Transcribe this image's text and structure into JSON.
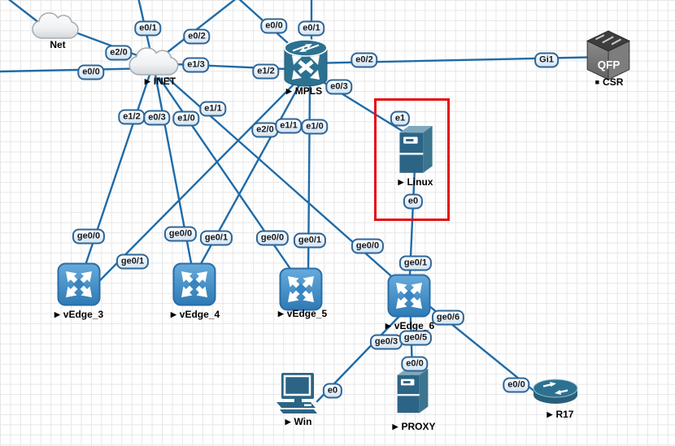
{
  "canvas": {
    "description": "Network emulator topology canvas with grid background"
  },
  "colors": {
    "link": "#1e6ba8",
    "label_border": "#2e6596",
    "label_bg": "#e4eef8",
    "highlight_rectangle": "#e40e12",
    "device_teal": "#2d7191",
    "device_blue": "#3884c0",
    "grid": "#e7e7e7"
  },
  "nodes": [
    {
      "label": "Net",
      "marker": "",
      "type": "cloud"
    },
    {
      "label": "INET",
      "marker": "▶",
      "type": "cloud"
    },
    {
      "label": "MPLS",
      "marker": "▶",
      "type": "router"
    },
    {
      "label": "CSR",
      "marker": "■",
      "type": "csr-chassis",
      "badge": "QFP"
    },
    {
      "label": "Linux",
      "marker": "▶",
      "type": "server"
    },
    {
      "label": "vEdge_3",
      "marker": "▶",
      "type": "vedge-switch"
    },
    {
      "label": "vEdge_4",
      "marker": "▶",
      "type": "vedge-switch"
    },
    {
      "label": "vEdge_5",
      "marker": "▶",
      "type": "vedge-switch"
    },
    {
      "label": "vEdge_6",
      "marker": "▶",
      "type": "vedge-switch"
    },
    {
      "label": "Win",
      "marker": "▶",
      "type": "desktop-pc"
    },
    {
      "label": "PROXY",
      "marker": "▶",
      "type": "server"
    },
    {
      "label": "R17",
      "marker": "▶",
      "type": "router"
    }
  ],
  "interface_labels": [
    {
      "text": "e0/1",
      "node": "INET"
    },
    {
      "text": "e0/2",
      "node": "INET"
    },
    {
      "text": "e2/0",
      "node": "INET"
    },
    {
      "text": "e0/0",
      "node": "INET"
    },
    {
      "text": "e1/3",
      "node": "INET"
    },
    {
      "text": "e1/2",
      "node": "MPLS"
    },
    {
      "text": "e0/0",
      "node": "MPLS"
    },
    {
      "text": "e0/1",
      "node": "MPLS"
    },
    {
      "text": "e0/2",
      "node": "MPLS"
    },
    {
      "text": "Gi1",
      "node": "CSR"
    },
    {
      "text": "e0/3",
      "node": "MPLS"
    },
    {
      "text": "e1",
      "node": "Linux"
    },
    {
      "text": "e0",
      "node": "Linux"
    },
    {
      "text": "ge0/1",
      "node": "vEdge_6"
    },
    {
      "text": "e1/2",
      "node": "INET"
    },
    {
      "text": "e0/3",
      "node": "INET"
    },
    {
      "text": "e1/0",
      "node": "INET"
    },
    {
      "text": "e1/1",
      "node": "INET"
    },
    {
      "text": "e2/0",
      "node": "MPLS"
    },
    {
      "text": "e1/1",
      "node": "MPLS"
    },
    {
      "text": "e1/0",
      "node": "MPLS"
    },
    {
      "text": "ge0/0",
      "node": "vEdge_3"
    },
    {
      "text": "ge0/1",
      "node": "vEdge_3"
    },
    {
      "text": "ge0/0",
      "node": "vEdge_4"
    },
    {
      "text": "ge0/1",
      "node": "vEdge_4"
    },
    {
      "text": "ge0/0",
      "node": "vEdge_5"
    },
    {
      "text": "ge0/1",
      "node": "vEdge_5"
    },
    {
      "text": "ge0/0",
      "node": "vEdge_6"
    },
    {
      "text": "ge0/3",
      "node": "vEdge_6"
    },
    {
      "text": "ge0/5",
      "node": "vEdge_6"
    },
    {
      "text": "ge0/6",
      "node": "vEdge_6"
    },
    {
      "text": "e0",
      "node": "Win"
    },
    {
      "text": "e0/0",
      "node": "PROXY"
    },
    {
      "text": "e0/0",
      "node": "R17"
    }
  ]
}
